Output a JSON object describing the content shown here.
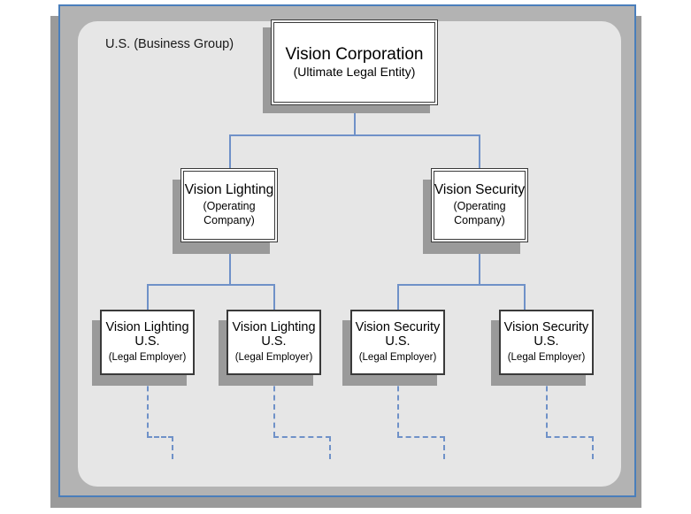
{
  "diagram": {
    "group_label": "U.S. (Business Group)",
    "colors": {
      "connector": "#6f91c8",
      "frame_border": "#4a7ebb",
      "frame_band": "#b3b3b3",
      "panel_background": "#e6e6e6",
      "shadow": "#9a9a9a",
      "node_border": "#3a3a3a",
      "node_background": "#ffffff"
    },
    "levels": {
      "level1_label": "Ultimate Legal Entity",
      "level2_label": "Operating Company",
      "level3_label": "Legal Employer"
    },
    "nodes": {
      "root": {
        "title": "Vision Corporation",
        "subtitle": "(Ultimate Legal Entity)"
      },
      "operating_companies": [
        {
          "title": "Vision Lighting",
          "subtitle_line1": "(Operating",
          "subtitle_line2": "Company)"
        },
        {
          "title": "Vision Security",
          "subtitle_line1": "(Operating",
          "subtitle_line2": "Company)"
        }
      ],
      "legal_employers": [
        {
          "title_line1": "Vision Lighting",
          "title_line2": "U.S.",
          "subtitle": "(Legal Employer)"
        },
        {
          "title_line1": "Vision Lighting",
          "title_line2": "U.S.",
          "subtitle": "(Legal Employer)"
        },
        {
          "title_line1": "Vision Security",
          "title_line2": "U.S.",
          "subtitle": "(Legal Employer)"
        },
        {
          "title_line1": "Vision Security",
          "title_line2": "U.S.",
          "subtitle": "(Legal Employer)"
        }
      ]
    }
  }
}
